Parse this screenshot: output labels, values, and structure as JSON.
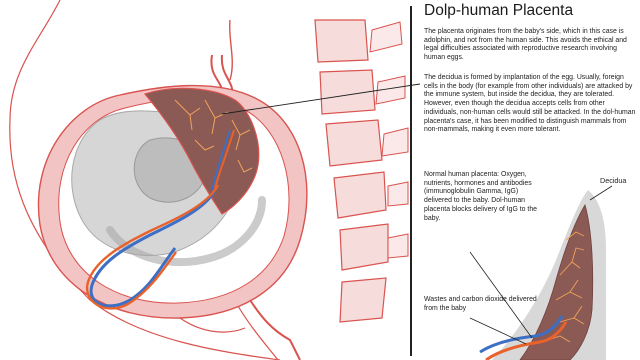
{
  "title": "Dolp-human Placenta",
  "paragraphs": [
    "The placenta originates from the baby's side, which in this case is adolphin, and not from the human side. This avoids the ethical and legal difficulties associated with reproductive research involving human eggs.",
    "The decidua is formed by implantation of the egg. Usually, foreign cells in the body (for example from other individuals) are attacked by the immune system, but inside the decidua, they are tolerated. However, even though the decidua accepts cells from other individuals, non-human cells would still be attacked. In the dol-human placenta's case, it has been modified to distinguish mammals from non-mammals, making it even more tolerant."
  ],
  "annotations": {
    "normal_placenta": "Normal human placenta: Oxygen, nutrients, hormones and antibodies (immunoglobulin Gamma, IgG) delivered to the baby. Dol-human placenta blocks delivery of IgG to the baby.",
    "wastes": "Wastes and carbon dioxide delivered from the baby",
    "decidua": "Decidua"
  },
  "colors": {
    "uterus_pink": "#f2c4c4",
    "outline_red": "#d9534f",
    "placenta_brown": "#8b5a54",
    "villi_orange": "#f0a35a",
    "vessel_blue": "#3d6fc4",
    "vessel_orange": "#e8622c",
    "gray_fill": "#d6d6d6",
    "dark_gray": "#a9a9a9"
  }
}
